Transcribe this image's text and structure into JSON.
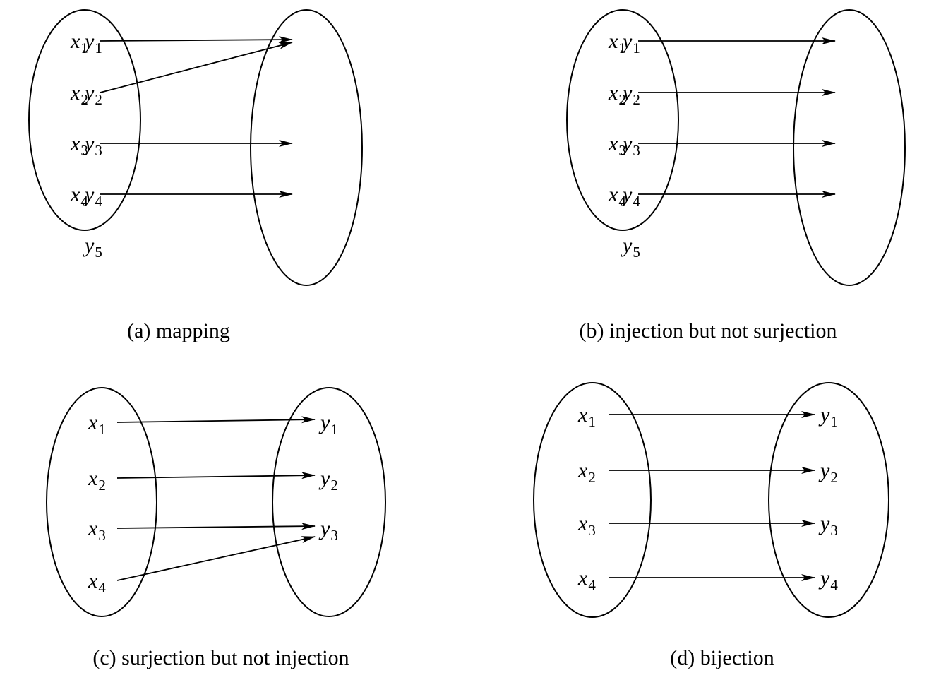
{
  "panels": [
    {
      "id": "a",
      "caption": "(a) mapping",
      "domain": [
        {
          "v": "x",
          "s": "1"
        },
        {
          "v": "x",
          "s": "2"
        },
        {
          "v": "x",
          "s": "3"
        },
        {
          "v": "x",
          "s": "4"
        }
      ],
      "codomain": [
        {
          "v": "y",
          "s": "1"
        },
        {
          "v": "y",
          "s": "2"
        },
        {
          "v": "y",
          "s": "3"
        },
        {
          "v": "y",
          "s": "4"
        },
        {
          "v": "y",
          "s": "5"
        }
      ],
      "maps": [
        [
          0,
          0
        ],
        [
          1,
          0
        ],
        [
          2,
          2
        ],
        [
          3,
          3
        ]
      ]
    },
    {
      "id": "b",
      "caption": "(b) injection but not surjection",
      "domain": [
        {
          "v": "x",
          "s": "1"
        },
        {
          "v": "x",
          "s": "2"
        },
        {
          "v": "x",
          "s": "3"
        },
        {
          "v": "x",
          "s": "4"
        }
      ],
      "codomain": [
        {
          "v": "y",
          "s": "1"
        },
        {
          "v": "y",
          "s": "2"
        },
        {
          "v": "y",
          "s": "3"
        },
        {
          "v": "y",
          "s": "4"
        },
        {
          "v": "y",
          "s": "5"
        }
      ],
      "maps": [
        [
          0,
          0
        ],
        [
          1,
          1
        ],
        [
          2,
          2
        ],
        [
          3,
          3
        ]
      ]
    },
    {
      "id": "c",
      "caption": "(c) surjection but not injection",
      "domain": [
        {
          "v": "x",
          "s": "1"
        },
        {
          "v": "x",
          "s": "2"
        },
        {
          "v": "x",
          "s": "3"
        },
        {
          "v": "x",
          "s": "4"
        }
      ],
      "codomain": [
        {
          "v": "y",
          "s": "1"
        },
        {
          "v": "y",
          "s": "2"
        },
        {
          "v": "y",
          "s": "3"
        }
      ],
      "maps": [
        [
          0,
          0
        ],
        [
          1,
          1
        ],
        [
          2,
          2
        ],
        [
          3,
          2
        ]
      ]
    },
    {
      "id": "d",
      "caption": "(d) bijection",
      "domain": [
        {
          "v": "x",
          "s": "1"
        },
        {
          "v": "x",
          "s": "2"
        },
        {
          "v": "x",
          "s": "3"
        },
        {
          "v": "x",
          "s": "4"
        }
      ],
      "codomain": [
        {
          "v": "y",
          "s": "1"
        },
        {
          "v": "y",
          "s": "2"
        },
        {
          "v": "y",
          "s": "3"
        },
        {
          "v": "y",
          "s": "4"
        }
      ],
      "maps": [
        [
          0,
          0
        ],
        [
          1,
          1
        ],
        [
          2,
          2
        ],
        [
          3,
          3
        ]
      ]
    }
  ]
}
